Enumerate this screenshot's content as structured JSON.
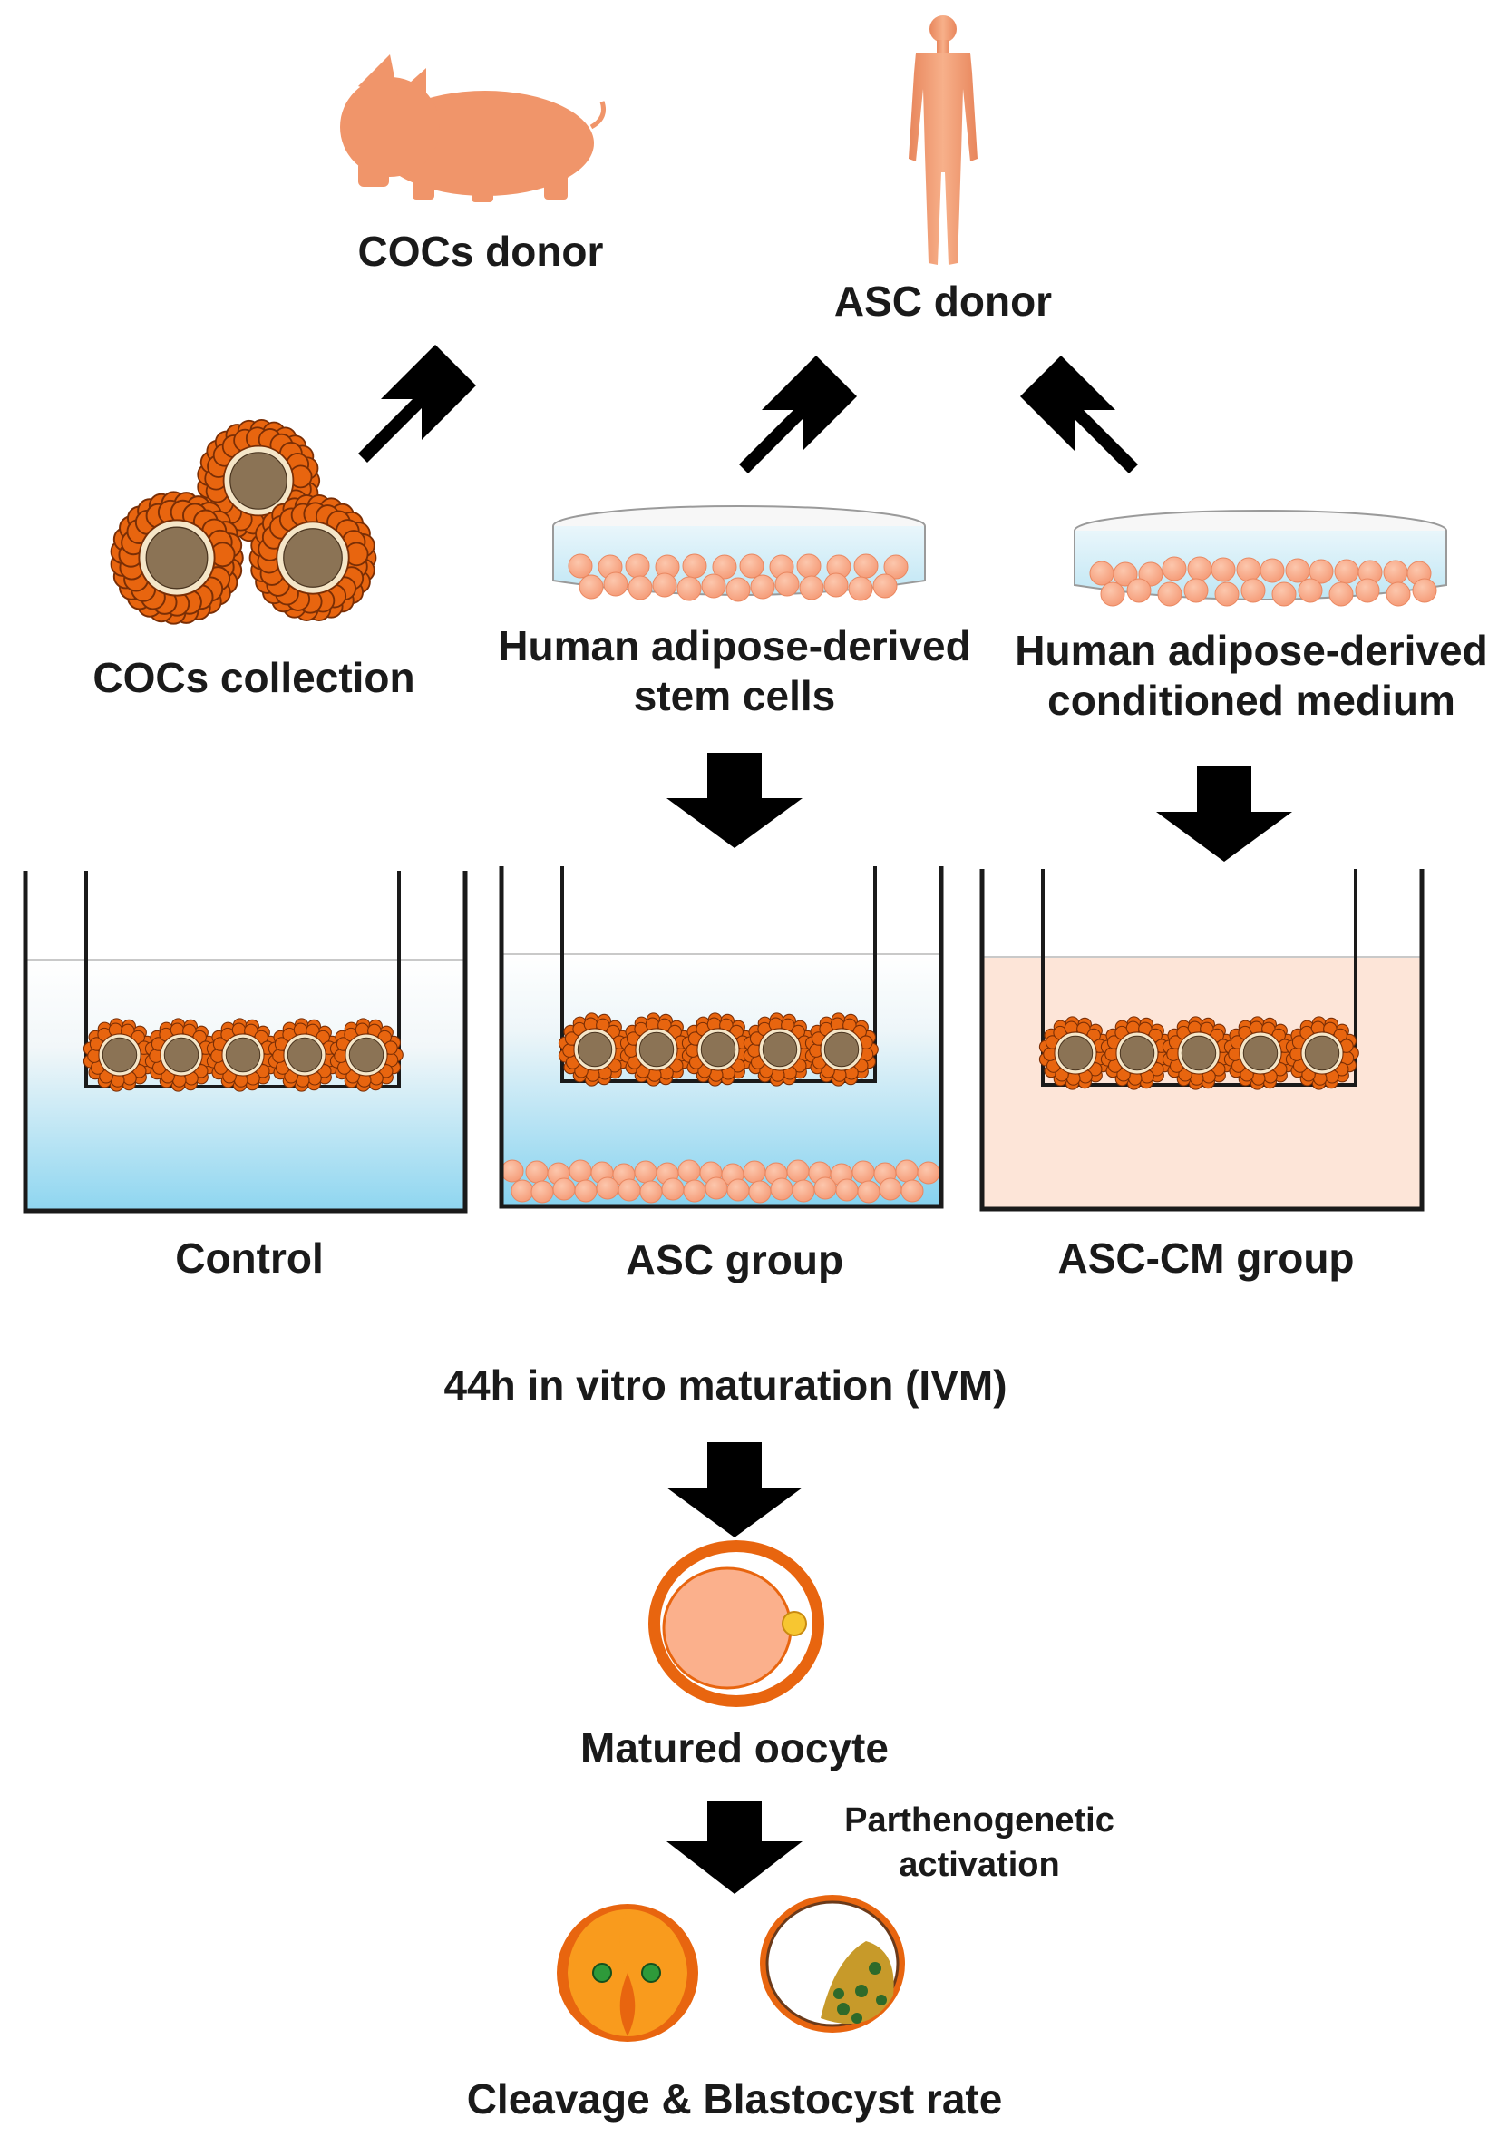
{
  "labels": {
    "cocs_donor": "COCs donor",
    "asc_donor": "ASC donor",
    "cocs_collection": "COCs collection",
    "stem_cells_line1": "Human adipose-derived",
    "stem_cells_line2": "stem cells",
    "conditioned_line1": "Human adipose-derived",
    "conditioned_line2": "conditioned medium",
    "control": "Control",
    "asc_group": "ASC group",
    "asc_cm_group": "ASC-CM group",
    "ivm": "44h in vitro maturation (IVM)",
    "matured_oocyte": "Matured oocyte",
    "parthenogenetic_line1": "Parthenogenetic",
    "parthenogenetic_line2": "activation",
    "cleavage_blastocyst": "Cleavage & Blastocyst rate"
  },
  "colors": {
    "pig": "#f0956a",
    "human": "#f3a07a",
    "arrow": "#000000",
    "cumulus": "#e8650f",
    "oocyte_core": "#8b7355",
    "zona": "#f5e6c8",
    "cell_pink": "#f9a98a",
    "medium_blue": "#8fd6f0",
    "medium_cm": "#fde5d8",
    "well_line": "#1a1a1a"
  }
}
